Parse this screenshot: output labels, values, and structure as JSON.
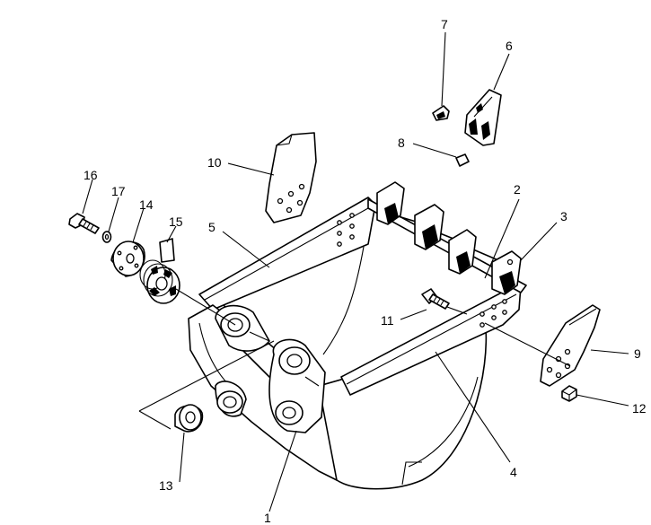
{
  "diagram": {
    "type": "exploded parts diagram",
    "callouts": [
      {
        "id": "callout-1",
        "label": "1"
      },
      {
        "id": "callout-2",
        "label": "2"
      },
      {
        "id": "callout-3",
        "label": "3"
      },
      {
        "id": "callout-4",
        "label": "4"
      },
      {
        "id": "callout-5",
        "label": "5"
      },
      {
        "id": "callout-6",
        "label": "6"
      },
      {
        "id": "callout-7",
        "label": "7"
      },
      {
        "id": "callout-8",
        "label": "8"
      },
      {
        "id": "callout-9",
        "label": "9"
      },
      {
        "id": "callout-10",
        "label": "10"
      },
      {
        "id": "callout-11",
        "label": "11"
      },
      {
        "id": "callout-12",
        "label": "12"
      },
      {
        "id": "callout-13",
        "label": "13"
      },
      {
        "id": "callout-14",
        "label": "14"
      },
      {
        "id": "callout-15",
        "label": "15"
      },
      {
        "id": "callout-16",
        "label": "16"
      },
      {
        "id": "callout-17",
        "label": "17"
      }
    ]
  }
}
